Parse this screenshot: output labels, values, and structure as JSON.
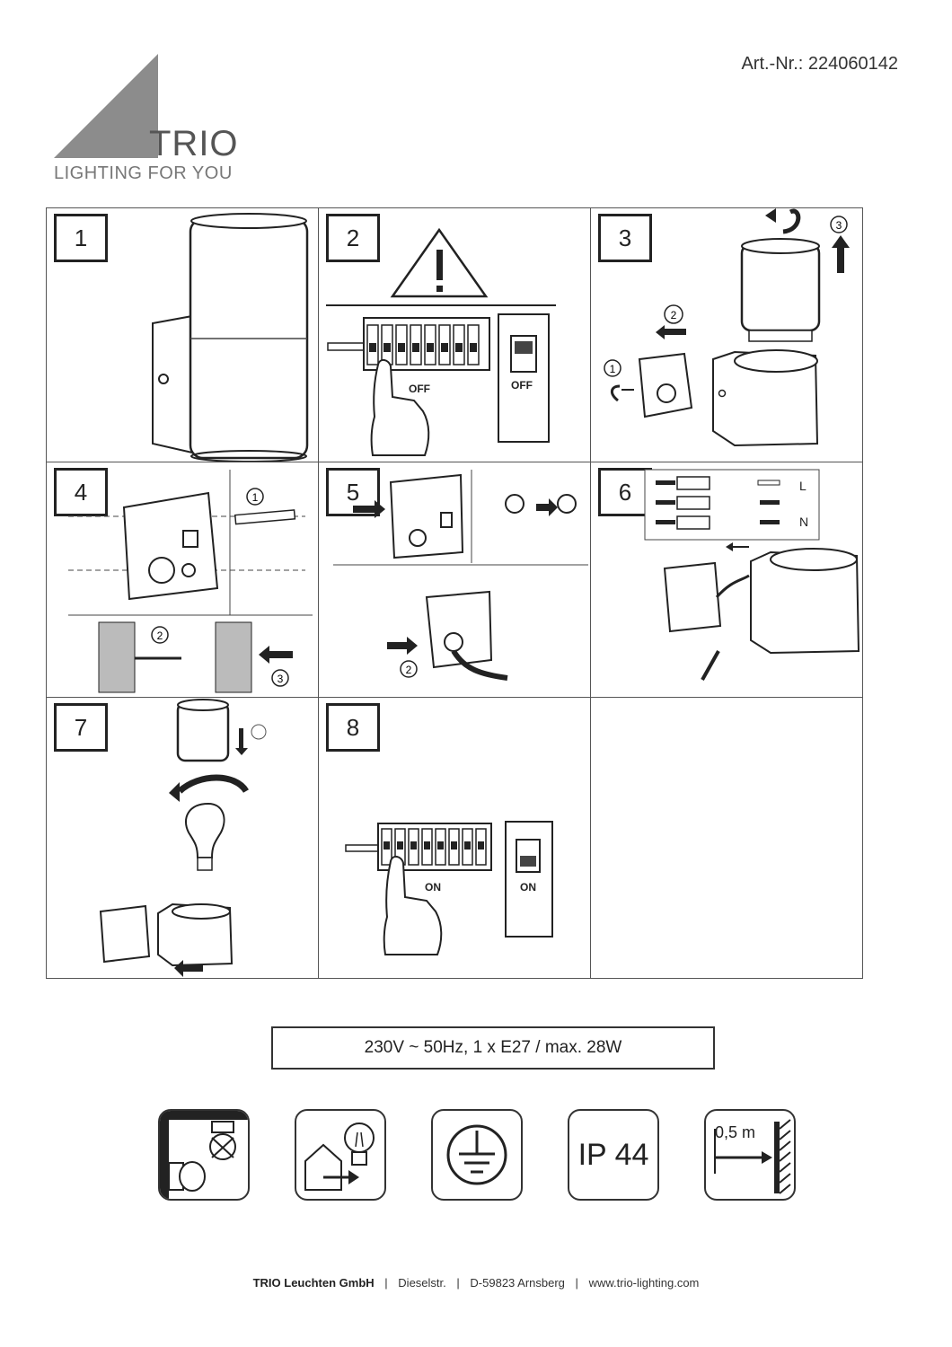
{
  "header": {
    "article_number": "Art.-Nr.: 224060142",
    "brand": "TRIO",
    "tagline": "LIGHTING FOR YOU"
  },
  "steps": [
    {
      "number": "1"
    },
    {
      "number": "2",
      "switch_label": "OFF",
      "box_label": "OFF"
    },
    {
      "number": "3"
    },
    {
      "number": "4"
    },
    {
      "number": "5"
    },
    {
      "number": "6",
      "terminal_labels": [
        "L",
        "N"
      ]
    },
    {
      "number": "7"
    },
    {
      "number": "8",
      "switch_label": "ON",
      "box_label": "ON"
    },
    {
      "number": ""
    }
  ],
  "spec": "230V ~ 50Hz, 1 x E27 / max. 28W",
  "icons": [
    {
      "name": "wall-mount-icon"
    },
    {
      "name": "indoor-outdoor-icon"
    },
    {
      "name": "protective-earth-icon"
    },
    {
      "name": "ip-rating-icon",
      "label": "IP 44"
    },
    {
      "name": "min-distance-icon",
      "label": "0,5 m"
    }
  ],
  "footer": {
    "company": "TRIO Leuchten GmbH",
    "street": "Dieselstr.",
    "city": "D-59823 Arnsberg",
    "web": "www.trio-lighting.com"
  }
}
